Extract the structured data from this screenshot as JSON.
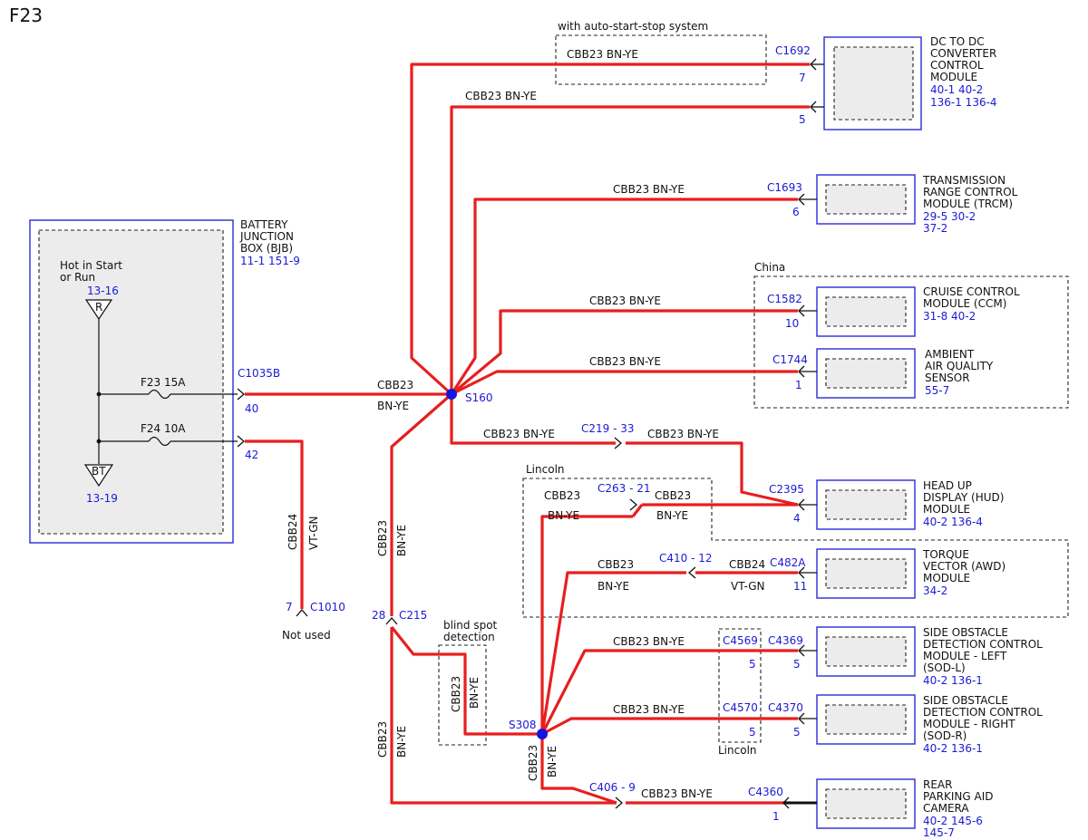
{
  "page": {
    "label": "F23"
  },
  "bjb": {
    "name_lines": [
      "BATTERY",
      "JUNCTION",
      "BOX (BJB)"
    ],
    "ref": "11-1   151-9",
    "hot_lines": [
      "Hot in Start",
      "or Run"
    ],
    "ref_r": "13-16",
    "r_symbol": "R",
    "ref_bt": "13-19",
    "bt_symbol": "BT",
    "fuse1": "F23  15A",
    "fuse2": "F24  10A",
    "connector": "C1035B",
    "pin1": "40",
    "pin2": "42"
  },
  "wires": {
    "code": "CBB23",
    "color": "BN-YE",
    "code2": "CBB24",
    "color2": "VT-GN",
    "main_label": "CBB23  BN-YE"
  },
  "splices": {
    "s160": "S160",
    "s308": "S308"
  },
  "c1010": {
    "pin": "7",
    "name": "C1010",
    "note": "Not used"
  },
  "c215": {
    "pin": "28",
    "name": "C215"
  },
  "inline": {
    "c219": "C219 - 33",
    "c263": "C263 - 21",
    "c410": "C410 - 12",
    "c406": "C406 - 9"
  },
  "regions": {
    "autostart": "with auto-start-stop system",
    "china": "China",
    "lincoln": "Lincoln",
    "lincoln2": "Lincoln",
    "blindspot_lines": [
      "blind spot",
      "detection"
    ]
  },
  "modules": {
    "dcdc": {
      "lines": [
        "DC TO DC",
        "CONVERTER",
        "CONTROL",
        "MODULE"
      ],
      "refs": [
        "40-1   40-2",
        "136-1 136-4"
      ],
      "connector": "C1692",
      "pin_a": "7",
      "pin_b": "5"
    },
    "trcm": {
      "lines": [
        "TRANSMISSION",
        "RANGE CONTROL",
        "MODULE (TRCM)"
      ],
      "refs": [
        "29-5   30-2",
        "37-2"
      ],
      "connector": "C1693",
      "pin": "6"
    },
    "ccm": {
      "lines": [
        "CRUISE CONTROL",
        "MODULE (CCM)"
      ],
      "refs": [
        "31-8   40-2"
      ],
      "connector": "C1582",
      "pin": "10"
    },
    "aqs": {
      "lines": [
        "AMBIENT",
        "AIR QUALITY",
        "SENSOR"
      ],
      "refs": [
        "55-7"
      ],
      "connector": "C1744",
      "pin": "1"
    },
    "hud": {
      "lines": [
        "HEAD UP",
        "DISPLAY (HUD)",
        "MODULE"
      ],
      "refs": [
        "40-2   136-4"
      ],
      "connector": "C2395",
      "pin": "4"
    },
    "awd": {
      "lines": [
        "TORQUE",
        "VECTOR (AWD)",
        "MODULE"
      ],
      "refs": [
        "34-2"
      ],
      "connector": "C482A",
      "pin": "11"
    },
    "sodl": {
      "lines": [
        "SIDE OBSTACLE",
        "DETECTION CONTROL",
        "MODULE - LEFT",
        "(SOD-L)"
      ],
      "refs": [
        "40-2   136-1"
      ],
      "connector": "C4369",
      "pin": "5",
      "inline_connector": "C4569",
      "inline_pin": "5"
    },
    "sodr": {
      "lines": [
        "SIDE OBSTACLE",
        "DETECTION CONTROL",
        "MODULE - RIGHT",
        "(SOD-R)"
      ],
      "refs": [
        "40-2   136-1"
      ],
      "connector": "C4370",
      "pin": "5",
      "inline_connector": "C4570",
      "inline_pin": "5"
    },
    "rpac": {
      "lines": [
        "REAR",
        "PARKING AID",
        "CAMERA"
      ],
      "refs": [
        "40-2   145-6",
        "145-7"
      ],
      "connector": "C4360",
      "pin": "1"
    }
  }
}
